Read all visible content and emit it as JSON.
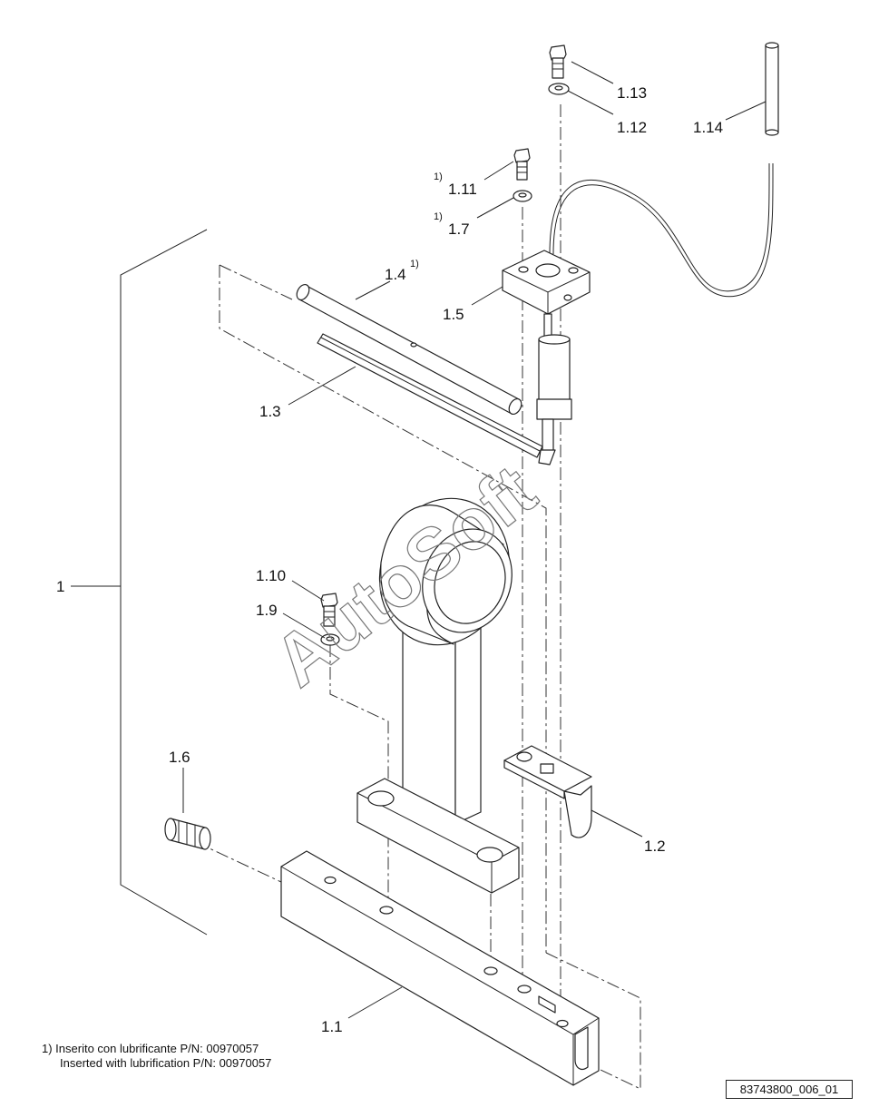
{
  "labels": {
    "assembly": "1",
    "base": "1.1",
    "bracket": "1.2",
    "rail": "1.3",
    "pin": "1.4",
    "sensor_holder": "1.5",
    "plug": "1.6",
    "washer_a": "1.7",
    "washer_b": "1.9",
    "screw_a": "1.10",
    "screw_b": "1.11",
    "washer_c": "1.12",
    "screw_c": "1.13",
    "sleeve": "1.14"
  },
  "footnote_marker": "1)",
  "notes": {
    "line1": "1) Inserito con lubrificante P/N: 00970057",
    "line2": "Inserted with lubrification P/N: 00970057"
  },
  "watermark": "AutoSoft",
  "drawing_code": "83743800_006_01"
}
